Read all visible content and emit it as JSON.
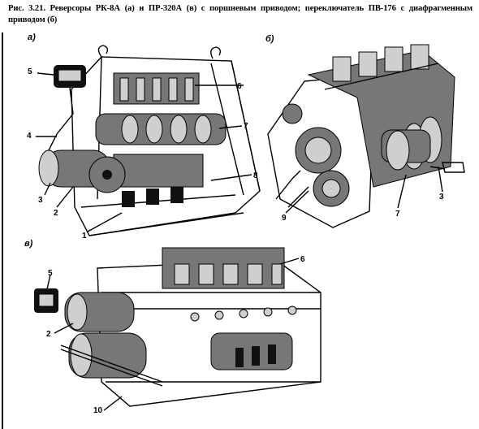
{
  "caption": "Рис. 3.21. Реверсоры РК-8А (а) и ПР-320А (в) с поршневым приводом; переключатель ПВ-176 с диафрагменным приводом (б)",
  "panels": {
    "a": {
      "label": "а)",
      "callouts": [
        "5",
        "6",
        "4",
        "7",
        "3",
        "8",
        "2",
        "1"
      ]
    },
    "b": {
      "label": "б)",
      "callouts": [
        "9",
        "7",
        "3"
      ]
    },
    "v": {
      "label": "в)",
      "callouts": [
        "5",
        "6",
        "2",
        "10"
      ]
    }
  }
}
